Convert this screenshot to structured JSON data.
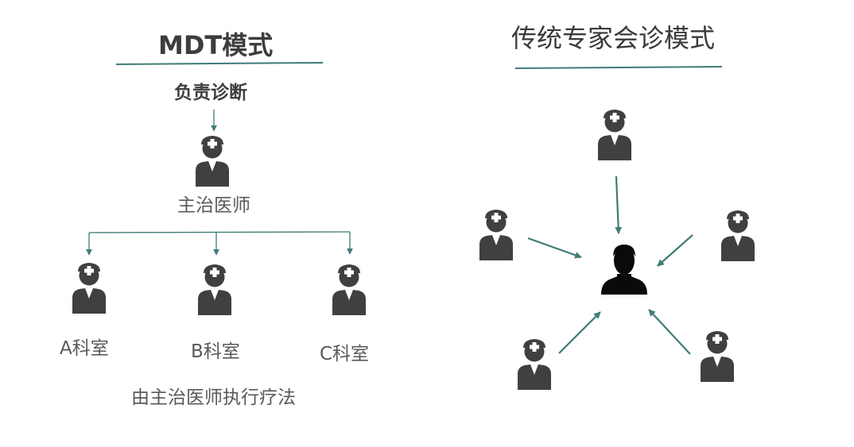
{
  "colors": {
    "accent": "#3f7b77",
    "doctor": "#404040",
    "patient": "#0a0a0a",
    "text": "#595959"
  },
  "mdt": {
    "title": "MDT模式",
    "responsibility_label": "负责诊断",
    "attending_label": "主治医师",
    "departments": [
      "A科室",
      "B科室",
      "C科室"
    ],
    "conclusion": "由主治医师执行疗法"
  },
  "traditional": {
    "title": "传统专家会诊模式"
  },
  "icons": {
    "doctor": "doctor-icon",
    "patient": "patient-icon"
  }
}
